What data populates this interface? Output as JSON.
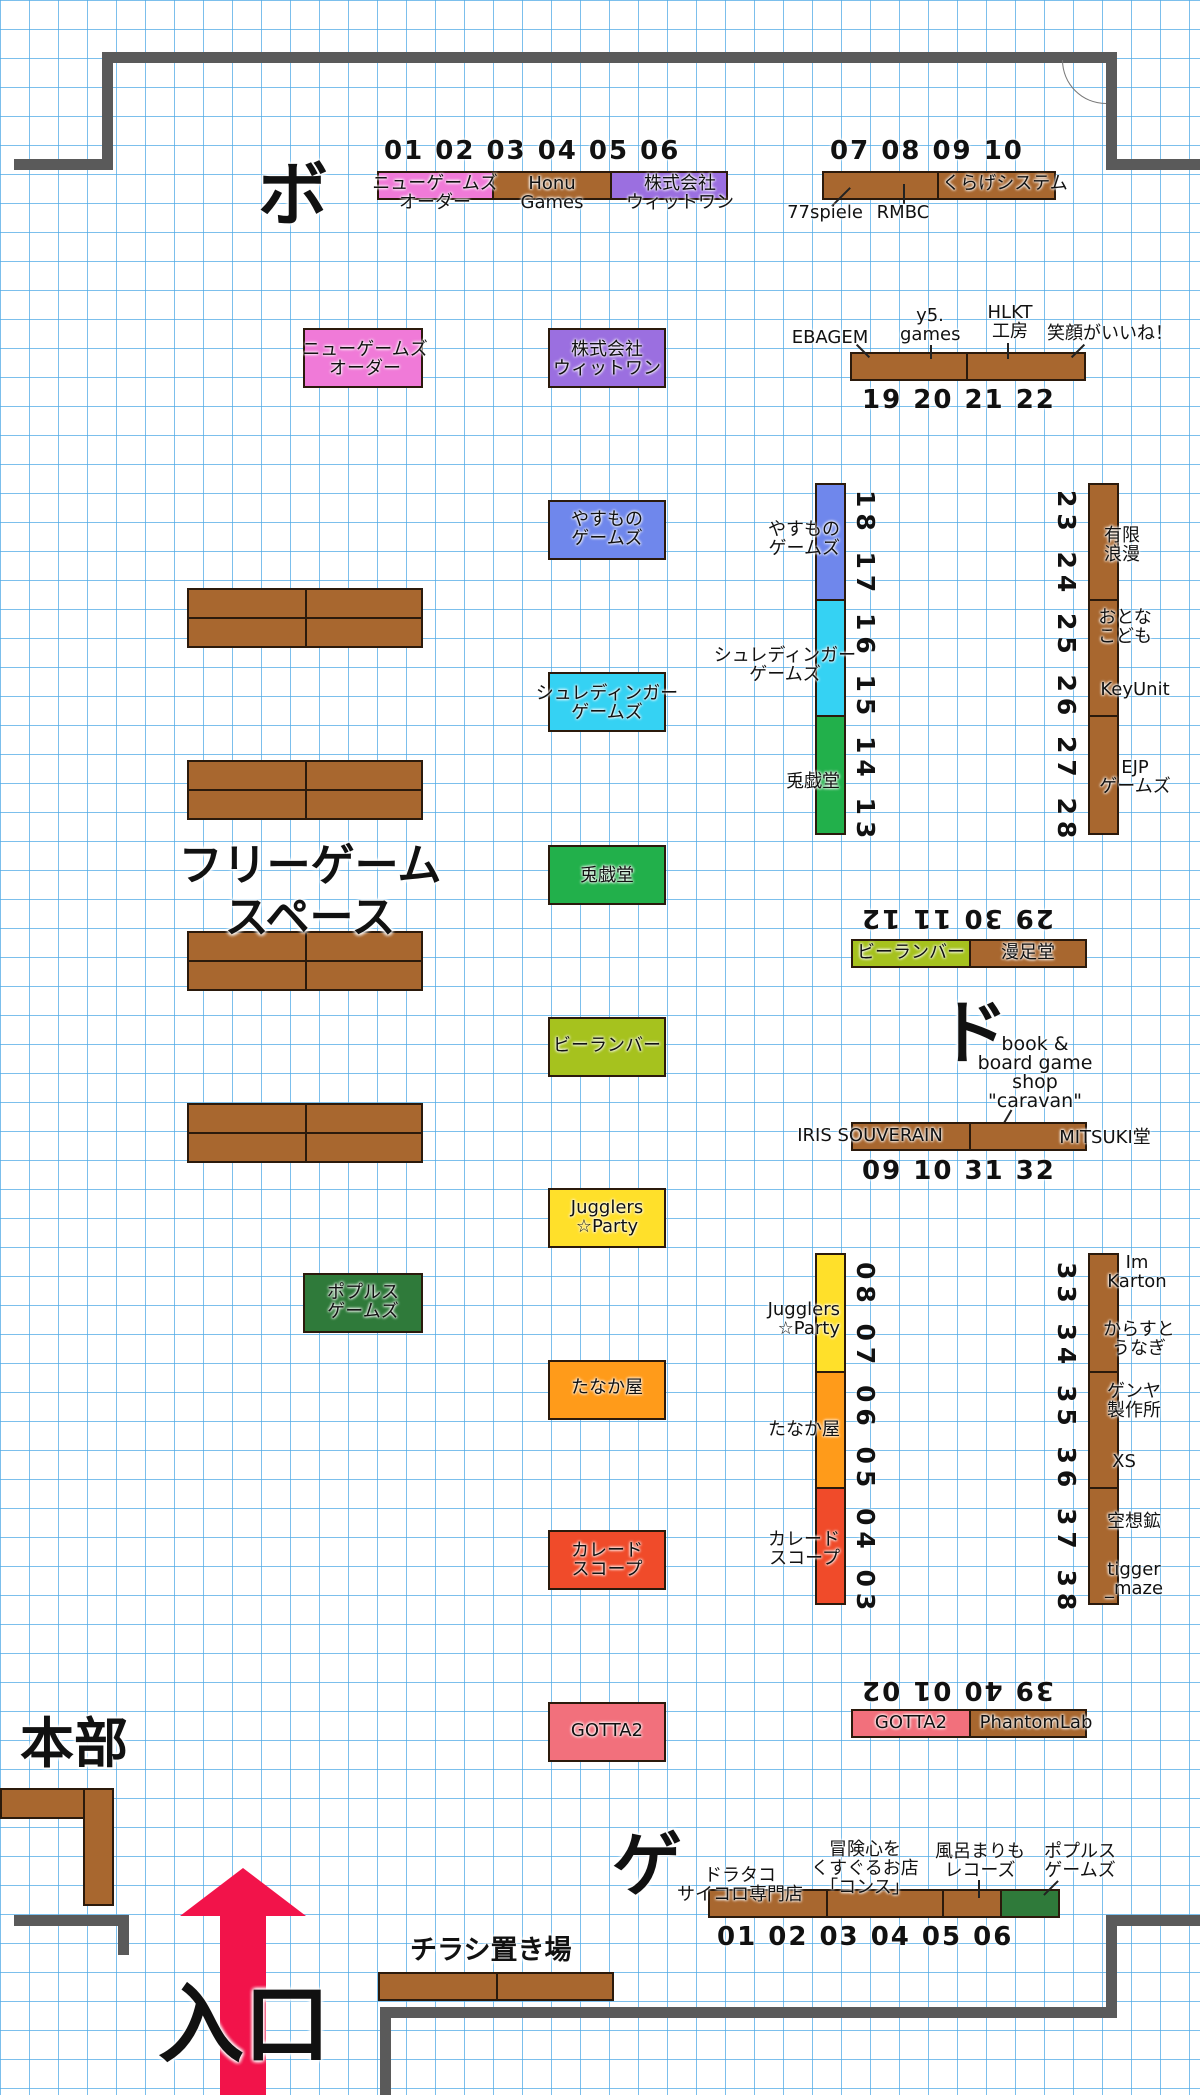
{
  "blocks": {
    "bo": "ボ",
    "do": "ド",
    "ge": "ゲ"
  },
  "areas": {
    "free_game_space": "フリーゲーム\nスペース",
    "hq": "本部",
    "entrance": "入口",
    "flyer": "チラシ置き場"
  },
  "colors": {
    "brown_table": "#a8672f",
    "pink": "#f07ad8",
    "purple": "#9b6fe0",
    "blue": "#6f87ec",
    "cyan": "#35d2f3",
    "green": "#22b04b",
    "yellowgreen": "#a6c21e",
    "yellow": "#ffe02a",
    "orange": "#ff9b1a",
    "red": "#f04b2a",
    "salmon": "#f2707c",
    "darkgreen": "#2f7a3a",
    "entrance_arrow": "#f2134a",
    "wall": "#5a5a5a",
    "grid": "#50aae6"
  },
  "bo": {
    "nums_left": "01 02 03 04 05 06",
    "nums_right": "07 08 09 10",
    "t01": "ニューゲームズ\nオーダー",
    "t03": "Honu\nGames",
    "t05": "株式会社\nウィットワン",
    "t07": "77spiele",
    "t08": "RMBC",
    "t09": "くらげシステム",
    "t19": "EBAGEM",
    "t20": "y5.\ngames",
    "t21": "HLKT\n工房",
    "t22": "笑顔がいいね！",
    "nums_bottom": "19 20 21 22",
    "nums_col_a": "18 17 16 15 14 13",
    "nums_col_b": "23 24 25 26 27 28",
    "t17": "やすもの\nゲームズ",
    "t15": "シュレディンガー\nゲームズ",
    "t13": "兎戯堂",
    "t23": "有限\n浪漫",
    "t25": "おとな\nこども",
    "t26": "KeyUnit",
    "t27": "EJP\nゲームズ"
  },
  "demo": {
    "newgames": "ニューゲームズ\nオーダー",
    "wittone": "株式会社\nウィットワン",
    "yasumono": "やすもの\nゲームズ",
    "schrod": "シュレディンガー\nゲームズ",
    "togido": "兎戯堂",
    "beerunbar": "ビーランバー",
    "jugglers": "Jugglers\n☆Party",
    "poplus": "ポプルス\nゲームズ",
    "tanakaya": "たなか屋",
    "kalei": "カレード\nスコープ",
    "gotta": "GOTTA2"
  },
  "do": {
    "nums_top": "29 30 11 12",
    "t12": "ビーランバー",
    "t29": "漫足堂",
    "caravan": "book &\nboard game\nshop\n\"caravan\"",
    "t09": "IRIS SOUVERAIN",
    "t32": "MITSUKI堂",
    "nums_bottom": "09 10 31 32",
    "nums_col_a": "08 07 06 05 04 03",
    "nums_col_b": "33 34 35 36 37 38",
    "t07": "Jugglers\n☆Party",
    "t05": "たなか屋",
    "t03": "カレード\nスコープ",
    "t33": "Im\nKarton",
    "t34": "からすと\nうなぎ",
    "t35": "ゲンヤ\n製作所",
    "t36": "XS",
    "t37": "空想鉱",
    "t38": "tigger\n_maze",
    "nums_bottom2": "39 40 01 02",
    "t01": "GOTTA2",
    "t39": "PhantomLab"
  },
  "ge": {
    "t01": "ドラタコ\nサイコロ専門店",
    "t03": "冒険心を\nくすぐるお店\n「コンス」",
    "t05": "風呂まりも\nレコーズ",
    "t06": "ポプルス\nゲームズ",
    "nums": "01 02 03 04 05 06"
  }
}
